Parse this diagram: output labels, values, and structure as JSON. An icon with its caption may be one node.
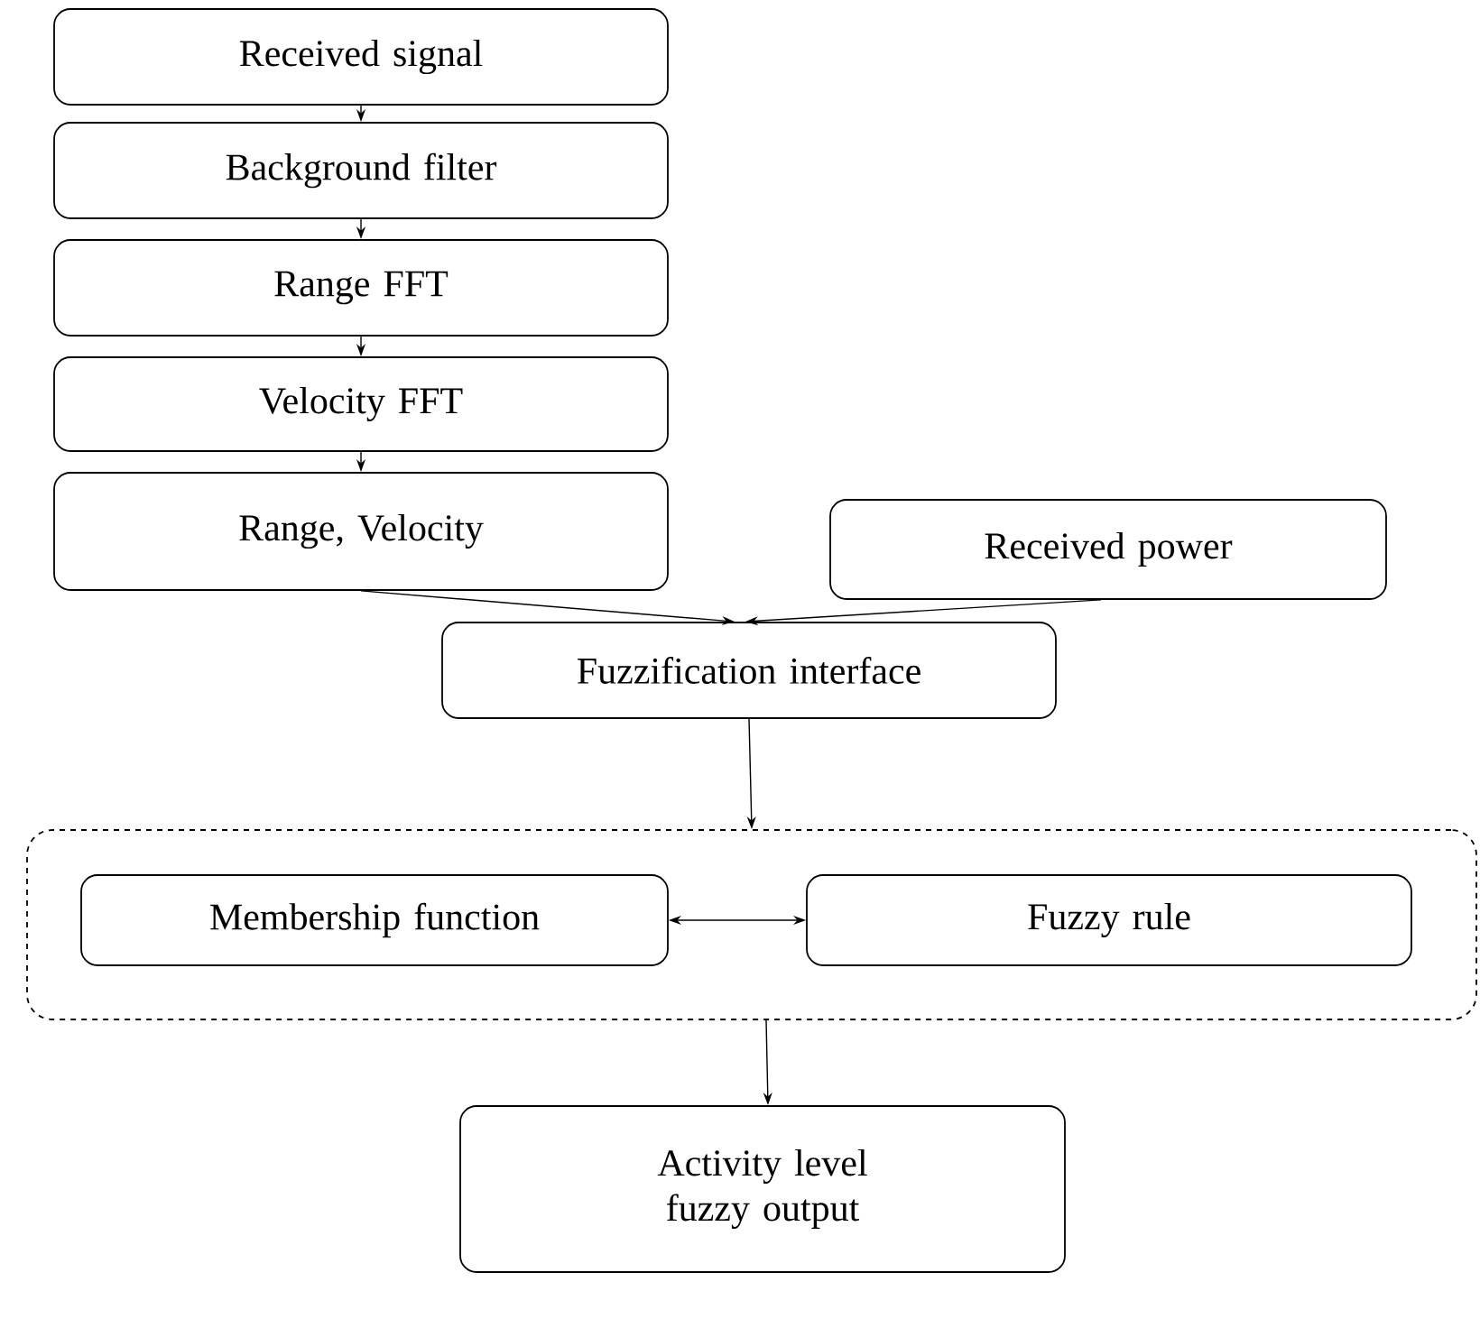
{
  "diagram": {
    "nodes": [
      {
        "text": [
          "Received signal"
        ]
      },
      {
        "text": [
          "Background filter"
        ]
      },
      {
        "text": [
          "Range FFT"
        ]
      },
      {
        "text": [
          "Velocity FFT"
        ]
      },
      {
        "text": [
          "Range, Velocity"
        ]
      },
      {
        "text": [
          "Received power"
        ]
      },
      {
        "text": [
          "Fuzzification interface"
        ]
      },
      {
        "text": [],
        "shape": "box"
      },
      {
        "text": [
          "Membership function"
        ],
        "in": 7
      },
      {
        "text": [
          "Fuzzy rule"
        ],
        "in": 7
      },
      {
        "text": [
          "Activity level fuzzy output"
        ]
      }
    ],
    "edges": [
      {
        "from": 0,
        "to": 1,
        "arrow": "to"
      },
      {
        "from": 1,
        "to": 2,
        "arrow": "to"
      },
      {
        "from": 2,
        "to": 3,
        "arrow": "to"
      },
      {
        "from": 3,
        "to": 4,
        "arrow": "to"
      },
      {
        "from": 4,
        "to": 6,
        "arrow": "to"
      },
      {
        "from": 5,
        "to": 6,
        "arrow": "to"
      },
      {
        "from": 6,
        "to": 7,
        "arrow": "to"
      },
      {
        "from": 8,
        "to": 9,
        "arrow": "both"
      },
      {
        "from": 7,
        "to": 10,
        "arrow": "to"
      }
    ]
  }
}
